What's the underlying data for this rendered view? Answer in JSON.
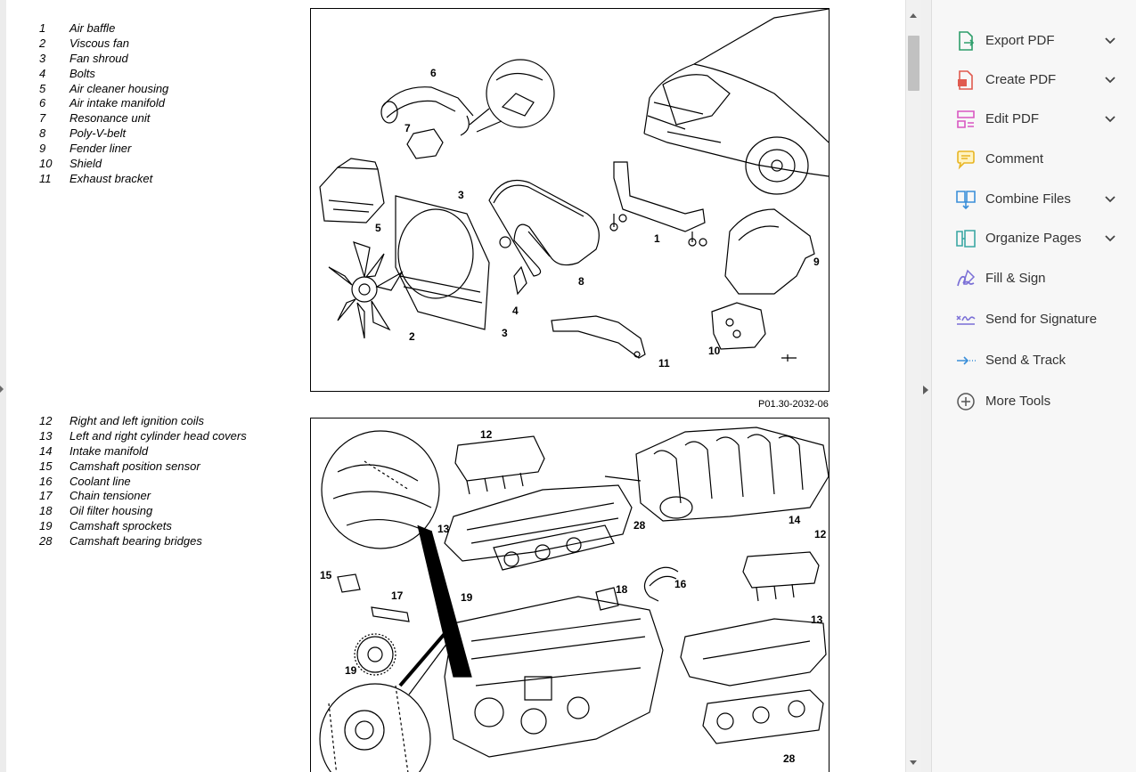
{
  "document": {
    "legend_top": [
      {
        "num": "1",
        "label": "Air baffle"
      },
      {
        "num": "2",
        "label": "Viscous fan"
      },
      {
        "num": "3",
        "label": "Fan shroud"
      },
      {
        "num": "4",
        "label": "Bolts"
      },
      {
        "num": "5",
        "label": "Air cleaner housing"
      },
      {
        "num": "6",
        "label": "Air intake manifold"
      },
      {
        "num": "7",
        "label": "Resonance unit"
      },
      {
        "num": "8",
        "label": "Poly-V-belt"
      },
      {
        "num": "9",
        "label": "Fender liner"
      },
      {
        "num": "10",
        "label": "Shield"
      },
      {
        "num": "11",
        "label": "Exhaust bracket"
      }
    ],
    "figure_code": "P01.30-2032-06",
    "legend_bottom": [
      {
        "num": "12",
        "label": "Right and left ignition coils"
      },
      {
        "num": "13",
        "label": "Left and right cylinder head covers"
      },
      {
        "num": "14",
        "label": "Intake manifold"
      },
      {
        "num": "15",
        "label": "Camshaft position sensor"
      },
      {
        "num": "16",
        "label": "Coolant line"
      },
      {
        "num": "17",
        "label": "Chain tensioner"
      },
      {
        "num": "18",
        "label": "Oil filter housing"
      },
      {
        "num": "19",
        "label": "Camshaft sprockets"
      },
      {
        "num": "28",
        "label": "Camshaft bearing bridges"
      }
    ],
    "callouts_top": {
      "c1": "1",
      "c2": "2",
      "c3a": "3",
      "c3b": "3",
      "c4": "4",
      "c5": "5",
      "c6": "6",
      "c7": "7",
      "c8": "8",
      "c9": "9",
      "c10": "10",
      "c11": "11"
    },
    "callouts_bottom": {
      "c12a": "12",
      "c12b": "12",
      "c13a": "13",
      "c13b": "13",
      "c14": "14",
      "c15": "15",
      "c16": "16",
      "c17": "17",
      "c18": "18",
      "c19a": "19",
      "c19b": "19",
      "c28a": "28",
      "c28b": "28"
    }
  },
  "tools_panel": {
    "items": [
      {
        "label": "Export PDF",
        "icon": "export-pdf-icon",
        "color": "#2e9e6b",
        "has_menu": true
      },
      {
        "label": "Create PDF",
        "icon": "create-pdf-icon",
        "color": "#e05a4f",
        "has_menu": true
      },
      {
        "label": "Edit PDF",
        "icon": "edit-pdf-icon",
        "color": "#d957c2",
        "has_menu": true
      },
      {
        "label": "Comment",
        "icon": "comment-icon",
        "color": "#e8b523",
        "has_menu": false
      },
      {
        "label": "Combine Files",
        "icon": "combine-files-icon",
        "color": "#3b8fd9",
        "has_menu": true
      },
      {
        "label": "Organize Pages",
        "icon": "organize-pages-icon",
        "color": "#3aa7a3",
        "has_menu": true
      },
      {
        "label": "Fill & Sign",
        "icon": "fill-sign-icon",
        "color": "#7a6fd6",
        "has_menu": false
      },
      {
        "label": "Send for Signature",
        "icon": "send-for-signature-icon",
        "color": "#7a6fd6",
        "has_menu": false
      },
      {
        "label": "Send & Track",
        "icon": "send-track-icon",
        "color": "#3b8fd9",
        "has_menu": false
      },
      {
        "label": "More Tools",
        "icon": "more-tools-icon",
        "color": "#555555",
        "has_menu": false
      }
    ]
  }
}
